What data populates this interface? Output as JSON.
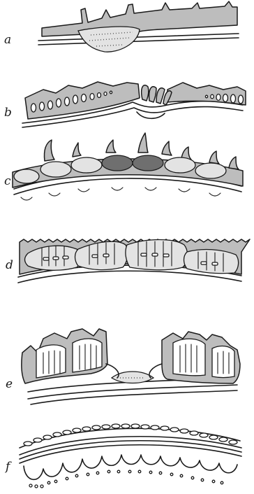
{
  "figure": {
    "labels": {
      "a": "a",
      "b": "b",
      "c": "c",
      "d": "d",
      "e": "e",
      "f": "f"
    }
  }
}
